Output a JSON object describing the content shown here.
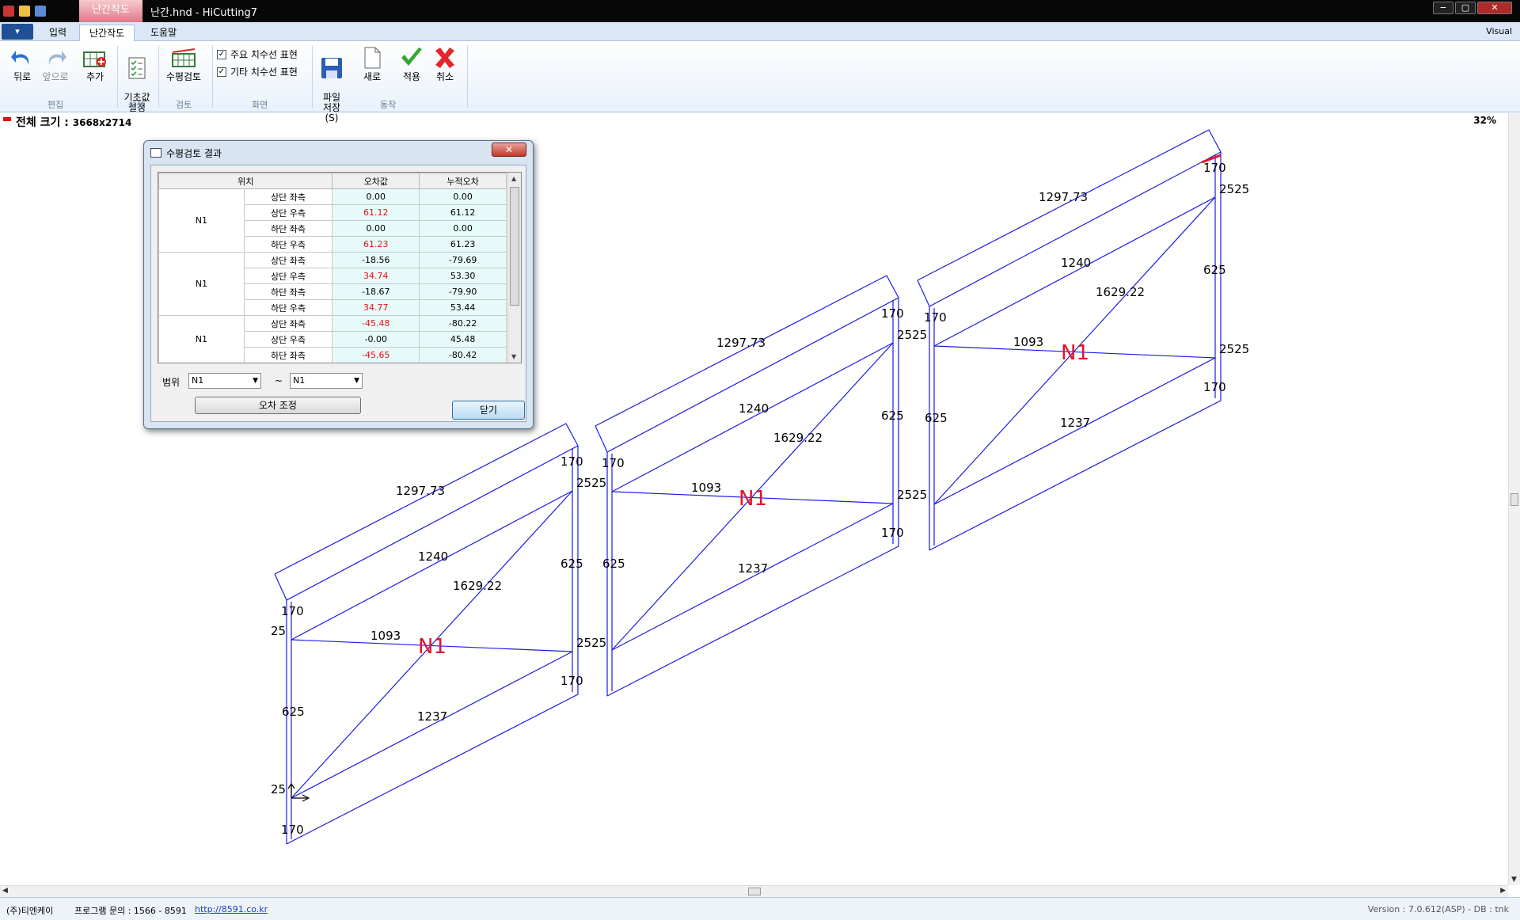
{
  "window": {
    "context_tab": "난간작도",
    "title": "난간.hnd - HiCutting7",
    "controls": [
      "−",
      "▢",
      "✕"
    ]
  },
  "tabs": [
    {
      "label": "입력",
      "active": false
    },
    {
      "label": "난간작도",
      "active": true
    },
    {
      "label": "도움말",
      "active": false
    }
  ],
  "theme_label": "Visual",
  "ribbon": {
    "back": "뒤로",
    "forward": "앞으로",
    "add": "추가",
    "base_settings": "기초값\n설정",
    "level_check": "수평검토",
    "show_main_dims": "주요 치수선 표현",
    "show_other_dims": "기타 치수선 표현",
    "save_file": "파일\n저장 (S)",
    "new": "새로",
    "apply": "적용",
    "cancel": "취소",
    "groups": {
      "edit": "편집",
      "settings": "설정",
      "review": "검토",
      "screen": "화면",
      "action": "동작"
    }
  },
  "info": {
    "total_size_label": "전체 크기 :",
    "total_size_value": "3668x2714",
    "zoom": "32%"
  },
  "dialog": {
    "title": "수평검토 결과",
    "columns": [
      "위치",
      "오차값",
      "누적오차"
    ],
    "groups": [
      {
        "name": "N1",
        "rows": [
          {
            "pos": "상단 좌측",
            "err": "0.00",
            "cum": "0.00",
            "err_red": false
          },
          {
            "pos": "상단 우측",
            "err": "61.12",
            "cum": "61.12",
            "err_red": true
          },
          {
            "pos": "하단 좌측",
            "err": "0.00",
            "cum": "0.00",
            "err_red": false
          },
          {
            "pos": "하단 우측",
            "err": "61.23",
            "cum": "61.23",
            "err_red": true
          }
        ]
      },
      {
        "name": "N1",
        "rows": [
          {
            "pos": "상단 좌측",
            "err": "-18.56",
            "cum": "-79.69",
            "err_red": false
          },
          {
            "pos": "상단 우측",
            "err": "34.74",
            "cum": "53.30",
            "err_red": true
          },
          {
            "pos": "하단 좌측",
            "err": "-18.67",
            "cum": "-79.90",
            "err_red": false
          },
          {
            "pos": "하단 우측",
            "err": "34.77",
            "cum": "53.44",
            "err_red": true
          }
        ]
      },
      {
        "name": "N1",
        "rows": [
          {
            "pos": "상단 좌측",
            "err": "-45.48",
            "cum": "-80.22",
            "err_red": true
          },
          {
            "pos": "상단 우측",
            "err": "-0.00",
            "cum": "45.48",
            "err_red": false
          },
          {
            "pos": "하단 좌측",
            "err": "-45.65",
            "cum": "-80.42",
            "err_red": true
          }
        ]
      }
    ],
    "range_label": "범위",
    "range_from": "N1",
    "range_to": "N1",
    "tilde": "~",
    "adjust_button": "오차 조정",
    "close_button": "닫기"
  },
  "drawing": {
    "stroke_color": "#1c1ce6",
    "label_color": "#e0142e",
    "panel_label": "N1",
    "dims": {
      "top_rail": "1297.73",
      "upper": "1240",
      "diagonal": "1629.22",
      "mid": "1093",
      "lower": "1237",
      "post_cap": "170",
      "small": "25",
      "double_small": "2525",
      "height": "625"
    }
  },
  "status": {
    "company": "(주)티엔케이",
    "inquiry": "프로그램 문의 : 1566 - 8591",
    "url": "http://8591.co.kr",
    "version": "Version : 7.0.612(ASP) - DB : tnk"
  }
}
